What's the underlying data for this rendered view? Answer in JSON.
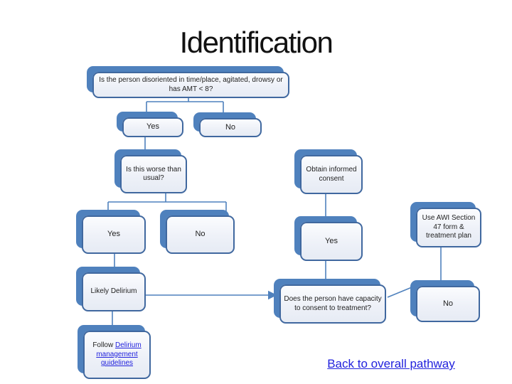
{
  "slide": {
    "title": "Identification"
  },
  "nodes": {
    "q1": "Is the person disoriented in time/place, agitated, drowsy or has AMT < 8?",
    "yes1": "Yes",
    "no1": "No",
    "worse": "Is this worse than usual?",
    "yes2": "Yes",
    "no2": "No",
    "likely": "Likely Delirium",
    "follow_prefix": "Follow ",
    "follow_link": "Delirium management guidelines",
    "consent": "Obtain informed consent",
    "yes3": "Yes",
    "capacity": "Does the person have capacity to consent to treatment?",
    "no3": "No",
    "awi": "Use AWI Section 47 form & treatment plan"
  },
  "links": {
    "back": "Back to overall pathway"
  },
  "colors": {
    "accent_blue": "#4f81bd",
    "box_border": "#40689f",
    "box_fill_top": "#fbfcfe",
    "box_fill_bottom": "#e6ebf4",
    "hyperlink": "#2222dd",
    "title_text": "#111111"
  }
}
